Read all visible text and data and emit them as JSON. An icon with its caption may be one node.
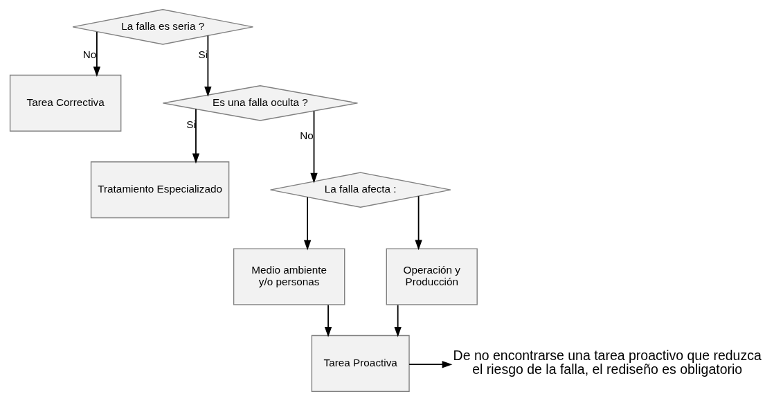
{
  "diagram": {
    "nodes": [
      {
        "text": [
          "La falla es seria ?"
        ]
      },
      {
        "text": [
          "Tarea Correctiva"
        ]
      },
      {
        "text": [
          "Es una falla oculta ?"
        ]
      },
      {
        "text": [
          "Tratamiento Especializado"
        ]
      },
      {
        "text": [
          "La falla afecta :"
        ]
      },
      {
        "text": [
          "Medio ambiente y/o personas"
        ]
      },
      {
        "text": [
          "Operación y Producción"
        ]
      },
      {
        "text": [
          "Tarea Proactiva"
        ]
      },
      {
        "text": [
          "De no encontrarse una tarea proactivo que reduzca el riesgo de la falla, el rediseño es obligatorio"
        ]
      }
    ],
    "edges": [
      {
        "from": 0,
        "to": 1,
        "arrow": "to",
        "label": "No"
      },
      {
        "from": 0,
        "to": 2,
        "arrow": "to",
        "label": "Si"
      },
      {
        "from": 2,
        "to": 4,
        "arrow": "to",
        "label": "No"
      },
      {
        "from": 2,
        "to": 3,
        "arrow": "to",
        "label": "Si"
      },
      {
        "from": 4,
        "to": 5,
        "arrow": "to"
      },
      {
        "from": 4,
        "to": 6,
        "arrow": "to"
      },
      {
        "from": 5,
        "to": 7,
        "arrow": "to"
      },
      {
        "from": 6,
        "to": 7,
        "arrow": "to"
      },
      {
        "from": 7,
        "to": 8,
        "arrow": "to"
      }
    ]
  }
}
